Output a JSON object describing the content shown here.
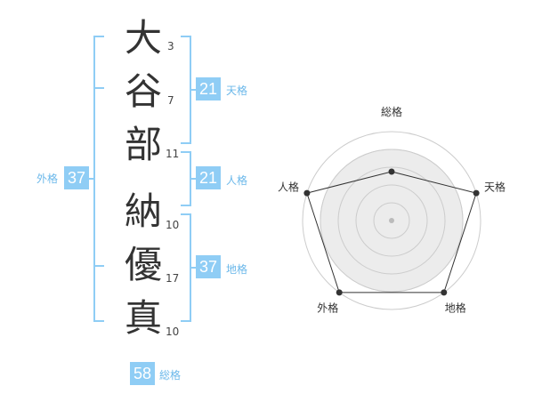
{
  "name": {
    "chars": [
      {
        "char": "大",
        "strokes": "3"
      },
      {
        "char": "谷",
        "strokes": "7"
      },
      {
        "char": "部",
        "strokes": "11"
      },
      {
        "char": "納",
        "strokes": "10"
      },
      {
        "char": "優",
        "strokes": "17"
      },
      {
        "char": "真",
        "strokes": "10"
      }
    ]
  },
  "fortune": {
    "tenkaku": {
      "value": "21",
      "label": "天格"
    },
    "jinkaku": {
      "value": "21",
      "label": "人格"
    },
    "chikaku": {
      "value": "37",
      "label": "地格"
    },
    "gaikaku": {
      "value": "37",
      "label": "外格"
    },
    "soukaku": {
      "value": "58",
      "label": "総格"
    }
  },
  "chart_data": {
    "type": "radar",
    "axes": [
      "総格",
      "天格",
      "地格",
      "外格",
      "人格"
    ],
    "values": [
      0.55,
      1.0,
      1.0,
      1.0,
      1.0
    ],
    "rings": 5
  }
}
